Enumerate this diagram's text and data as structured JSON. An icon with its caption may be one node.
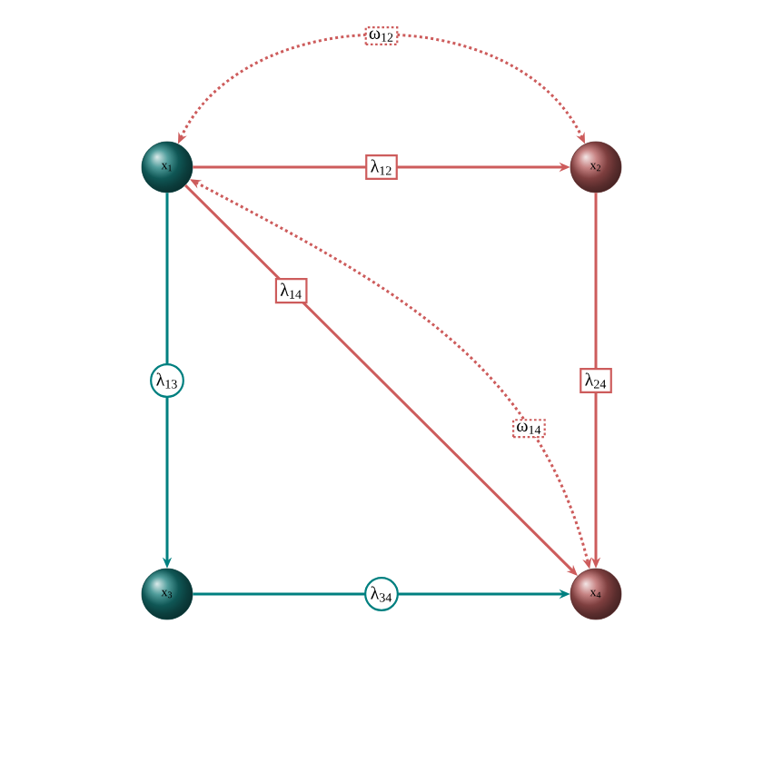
{
  "diagram": {
    "nodes": [
      {
        "text": [
          "x$_{1}$"
        ]
      },
      {
        "text": [
          "x$_{2}$"
        ]
      },
      {
        "text": [
          "x$_{3}$"
        ]
      },
      {
        "text": [
          "x$_{4}$"
        ]
      }
    ],
    "edges": [
      {
        "from": 0,
        "to": 1,
        "arrow": "both",
        "label": "ω$_{12}$",
        "style": "dashed"
      },
      {
        "from": 0,
        "to": 1,
        "arrow": "to",
        "label": "λ$_{12}$"
      },
      {
        "from": 0,
        "to": 3,
        "arrow": "to",
        "label": "λ$_{14}$"
      },
      {
        "from": 0,
        "to": 3,
        "arrow": "both",
        "label": "ω$_{14}$",
        "style": "dashed"
      },
      {
        "from": 0,
        "to": 2,
        "arrow": "to",
        "label": "λ$_{13}$",
        "color": "#008080"
      },
      {
        "from": 1,
        "to": 3,
        "arrow": "to",
        "label": "λ$_{24}$"
      },
      {
        "from": 2,
        "to": 3,
        "arrow": "to",
        "label": "λ$_{34}$",
        "color": "#008080"
      }
    ]
  }
}
